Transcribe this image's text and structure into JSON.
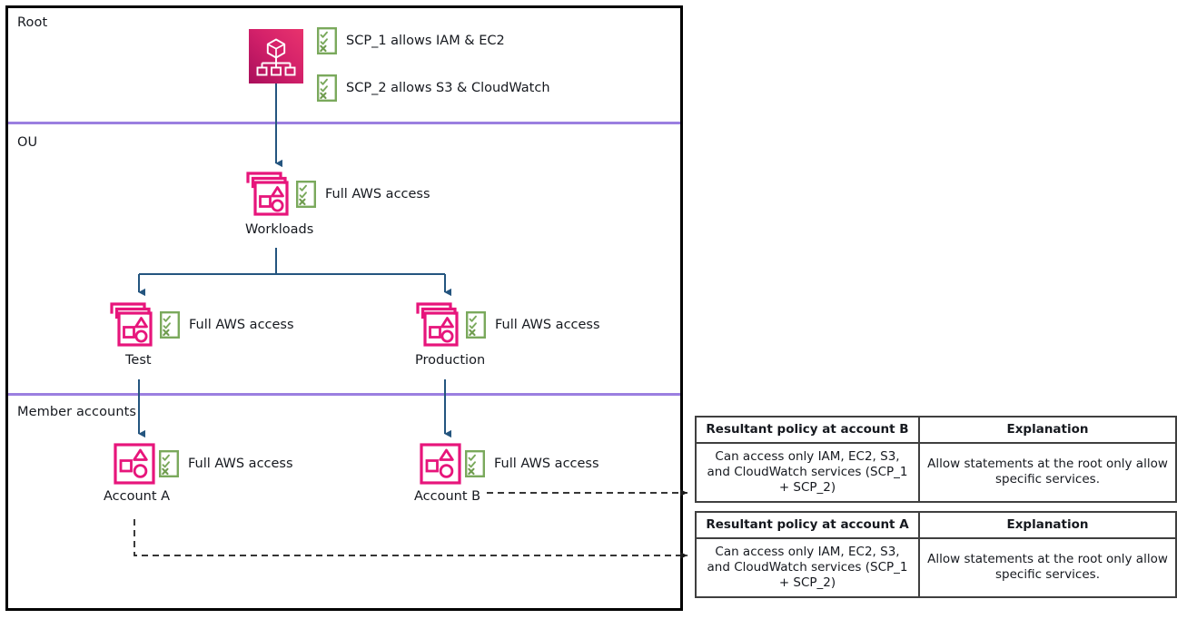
{
  "diagram": {
    "title_visible": false,
    "zones": [
      {
        "id": "root",
        "label": "Root"
      },
      {
        "id": "ou",
        "label": "OU"
      },
      {
        "id": "member",
        "label": "Member accounts"
      }
    ],
    "colors": {
      "zone_divider": "#9b7fe0",
      "connector": "#24557f",
      "icon_pink": "#e7157b",
      "icon_root_gradient_from": "#e8336d",
      "icon_root_gradient_to": "#b0105c",
      "policy_green": "#7aa95c",
      "border_black": "#000000"
    },
    "nodes": [
      {
        "id": "root-node",
        "icon": "aws-organizations-icon",
        "caption": "",
        "policies": [
          {
            "icon": "policy-checklist-icon",
            "label": "SCP_1 allows IAM & EC2"
          },
          {
            "icon": "policy-checklist-icon",
            "label": "SCP_2 allows S3 & CloudWatch"
          }
        ]
      },
      {
        "id": "workloads-node",
        "icon": "organizational-unit-icon",
        "caption": "Workloads",
        "policies": [
          {
            "icon": "policy-checklist-icon",
            "label": "Full AWS access"
          }
        ]
      },
      {
        "id": "test-node",
        "icon": "organizational-unit-icon",
        "caption": "Test",
        "policies": [
          {
            "icon": "policy-checklist-icon",
            "label": "Full AWS access"
          }
        ]
      },
      {
        "id": "production-node",
        "icon": "organizational-unit-icon",
        "caption": "Production",
        "policies": [
          {
            "icon": "policy-checklist-icon",
            "label": "Full AWS access"
          }
        ]
      },
      {
        "id": "account-a-node",
        "icon": "aws-account-icon",
        "caption": "Account A",
        "policies": [
          {
            "icon": "policy-checklist-icon",
            "label": "Full AWS access"
          }
        ]
      },
      {
        "id": "account-b-node",
        "icon": "aws-account-icon",
        "caption": "Account B",
        "policies": [
          {
            "icon": "policy-checklist-icon",
            "label": "Full AWS access"
          }
        ]
      }
    ]
  },
  "tables": [
    {
      "id": "account-b-table",
      "headers": [
        "Resultant policy at account B",
        "Explanation"
      ],
      "row": [
        "Can access only IAM, EC2, S3, and CloudWatch services (SCP_1 + SCP_2)",
        "Allow statements at the root only allow specific services."
      ]
    },
    {
      "id": "account-a-table",
      "headers": [
        "Resultant policy at account A",
        "Explanation"
      ],
      "row": [
        "Can access only IAM, EC2, S3, and CloudWatch services (SCP_1 + SCP_2)",
        "Allow statements at the root only allow specific services."
      ]
    }
  ]
}
